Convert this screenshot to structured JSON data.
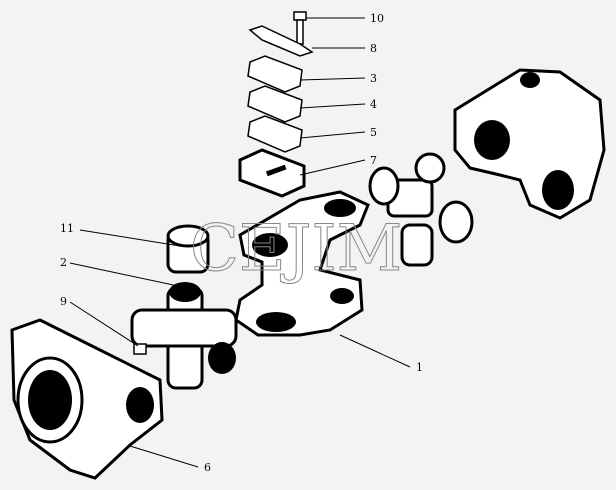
{
  "watermark": "CEJIM",
  "callouts": [
    {
      "id": "10",
      "label": "10"
    },
    {
      "id": "8",
      "label": "8"
    },
    {
      "id": "3",
      "label": "3"
    },
    {
      "id": "4",
      "label": "4"
    },
    {
      "id": "5",
      "label": "5"
    },
    {
      "id": "7",
      "label": "7"
    },
    {
      "id": "11",
      "label": "11"
    },
    {
      "id": "2",
      "label": "2"
    },
    {
      "id": "9",
      "label": "9"
    },
    {
      "id": "1",
      "label": "1"
    },
    {
      "id": "6",
      "label": "6"
    }
  ]
}
